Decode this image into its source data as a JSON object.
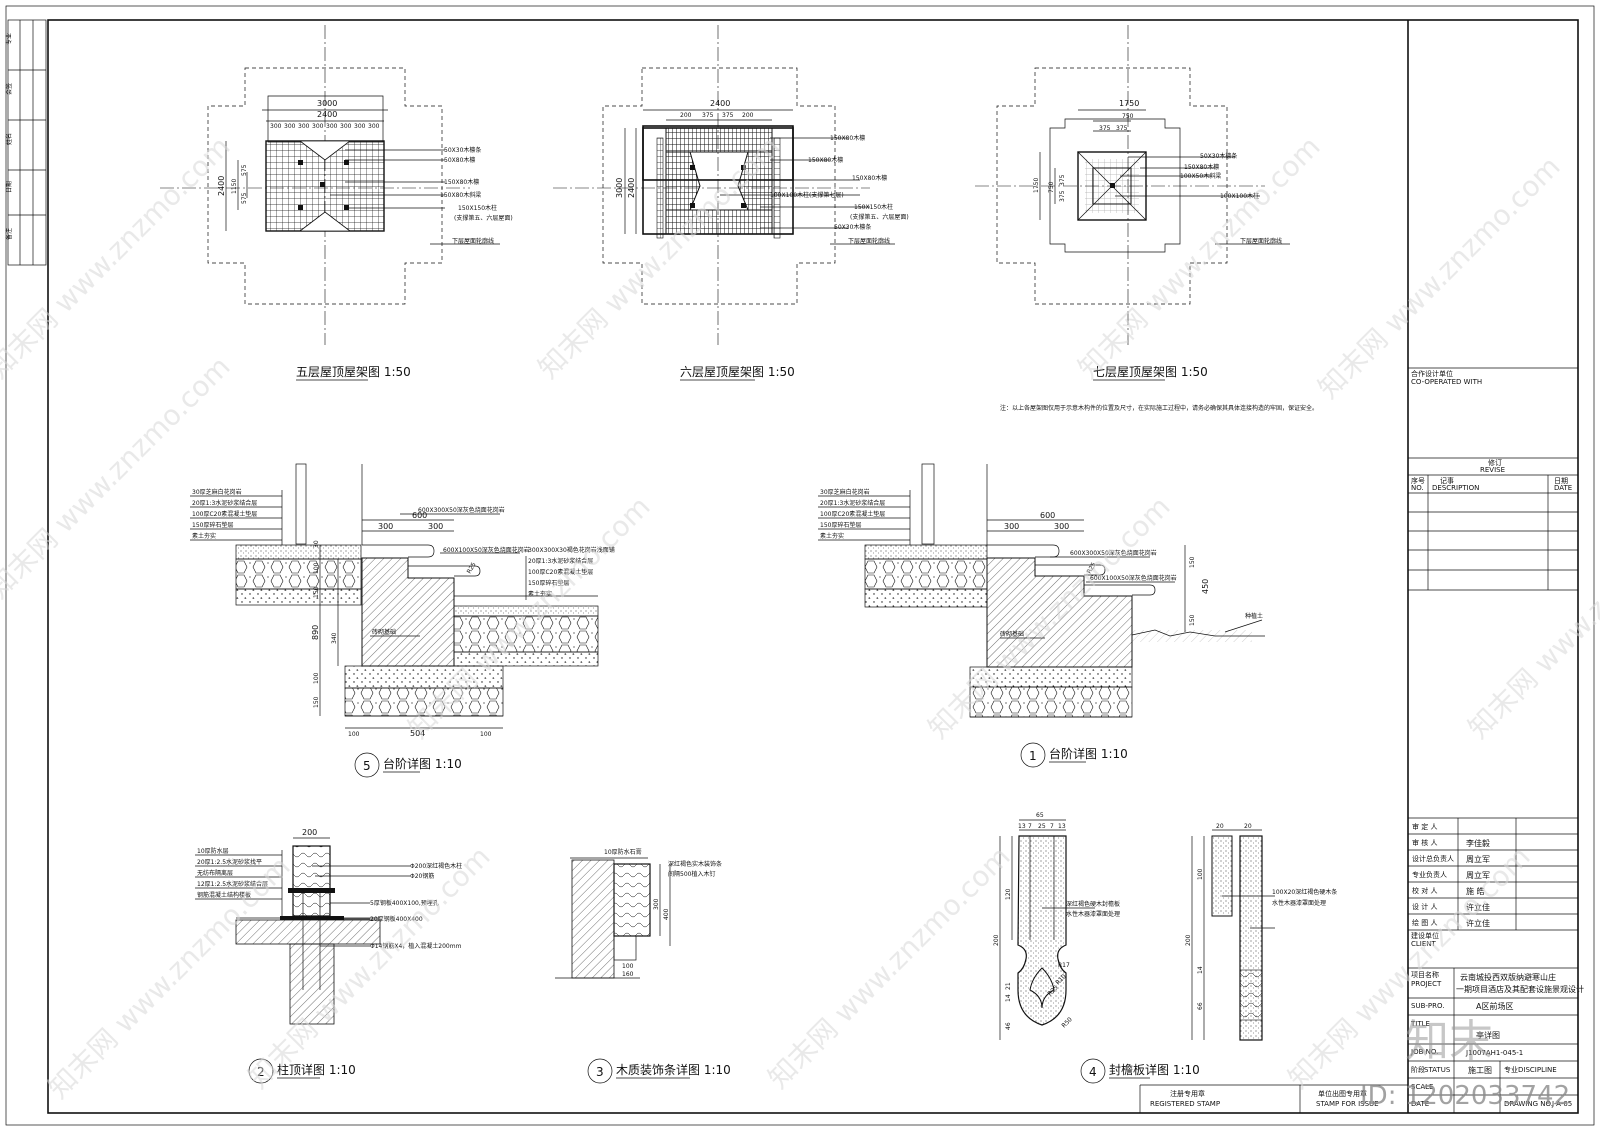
{
  "titles": {
    "roof5": "五层屋顶屋架图 1:50",
    "roof6": "六层屋顶屋架图 1:50",
    "roof7": "七层屋顶屋架图 1:50",
    "d5": "台阶详图 1:10",
    "d1": "台阶详图 1:10",
    "d2": "柱顶详图 1:10",
    "d3": "木质装饰条详图 1:10",
    "d4": "封檐板详图 1:10"
  },
  "nums": {
    "n5": "5",
    "n1": "1",
    "n2": "2",
    "n3": "3",
    "n4": "4"
  },
  "note": "注：以上各屋架图仅用于示意木构件的位置及尺寸，在实际施工过程中，请务必确保其具体连接构造的牢固，保证安全。",
  "roof5": {
    "dims": [
      "3000",
      "2400",
      "300",
      "300",
      "300",
      "300",
      "300",
      "300",
      "300",
      "300",
      "2400",
      "1150",
      "575",
      "575"
    ],
    "labels": [
      "50X30木檩条",
      "50X80木檩",
      "150X80木檩",
      "150X80木斜梁",
      "150X150木柱",
      "(支撑第五、六层屋面)",
      "下层屋面轮廓线"
    ]
  },
  "roof6": {
    "dims": [
      "2400",
      "200",
      "375",
      "375",
      "200",
      "3000",
      "2400"
    ],
    "labels": [
      "150X80木檩",
      "150X80木檩",
      "150X80木檩",
      "100X100木柱(支撑第七层)",
      "150X150木柱",
      "(支撑第五、六层屋面)",
      "50X30木檩条",
      "下层屋面轮廓线"
    ]
  },
  "roof7": {
    "dims": [
      "1750",
      "750",
      "375",
      "375",
      "1750",
      "750",
      "375",
      "375"
    ],
    "labels": [
      "50X30木檩条",
      "150X80木檩",
      "100X50木斜梁",
      "100X100木柱",
      "下层屋面轮廓线"
    ]
  },
  "d5": {
    "layers": [
      "30厚芝麻白花岗岩",
      "20厚1:3水泥砂浆结合层",
      "100厚C20素混凝土垫层",
      "150厚碎石垫层",
      "素土夯实"
    ],
    "labels": [
      "600X300X50深灰色烧面花岗岩",
      "600X100X50深灰色烧面花岗岩",
      "300X300X30褐色花岗岩浅面铺",
      "20厚1:3水泥砂浆结合层",
      "100厚C20素混凝土垫层",
      "150厚碎石垫层",
      "素土夯实",
      "砖砌基础"
    ],
    "dims": [
      "600",
      "300",
      "300",
      "30",
      "100",
      "150",
      "890",
      "340",
      "100",
      "150",
      "100",
      "504",
      "100",
      "R25"
    ]
  },
  "d1": {
    "layers": [
      "30厚芝麻白花岗岩",
      "20厚1:3水泥砂浆结合层",
      "100厚C20素混凝土垫层",
      "150厚碎石垫层",
      "素土夯实"
    ],
    "labels": [
      "600X300X50深灰色烧面花岗岩",
      "600X100X50深灰色烧面花岗岩",
      "种植土",
      "砖砌基础"
    ],
    "dims": [
      "600",
      "300",
      "300",
      "150",
      "450",
      "150",
      "R25"
    ]
  },
  "d2": {
    "labels": [
      "10厚防水层",
      "20厚1:2.5水泥砂浆找平",
      "无纺布隔离层",
      "12厚1:2.5水泥砂浆结合层",
      "钢筋混凝土结构楼板",
      "Φ200深红褐色木柱",
      "Φ20钢筋",
      "5厚钢板400X100,预埋孔",
      "20厚钢板400X400",
      "Φ14钢筋X4，植入混凝土200mm"
    ],
    "dims": [
      "200"
    ]
  },
  "d3": {
    "labels": [
      "10厚防水石膏",
      "深红褐色实木装饰条",
      "间隔500植入木钉"
    ],
    "dims": [
      "300",
      "400",
      "100",
      "160"
    ]
  },
  "d4": {
    "labels": [
      "深红褐色硬木封檐板",
      "水性木器漆罩面处理",
      "100X20深红褐色硬木条",
      "水性木器漆罩面处理"
    ],
    "dims": [
      "65",
      "13",
      "7",
      "25",
      "7",
      "13",
      "120",
      "200",
      "21",
      "14",
      "46",
      "R17",
      "R10",
      "R25",
      "R50",
      "20",
      "20",
      "100",
      "200",
      "14",
      "66"
    ]
  },
  "titleblock": {
    "coop_cn": "合作设计单位",
    "coop_en": "CO-OPERATED WITH",
    "revise_cn": "修订",
    "revise_en": "REVISE",
    "rev_no_cn": "序号",
    "rev_no_en": "NO.",
    "rev_desc_cn": "记事",
    "rev_desc_en": "DESCRIPTION",
    "rev_date_cn": "日期",
    "rev_date_en": "DATE",
    "roles": [
      "审 定 人",
      "审 核 人",
      "设计总负责人",
      "专业负责人",
      "校 对 人",
      "设 计 人",
      "绘 图 人"
    ],
    "people": [
      "",
      "李佳毅",
      "周立军",
      "周立军",
      "施 皓",
      "许立佳",
      "许立佳"
    ],
    "client_cn": "建设单位",
    "client_en": "CLIENT",
    "project_cn": "项目名称",
    "project_en": "PROJECT",
    "project_name_1": "云南城投西双版纳避寒山庄",
    "project_name_2": "一期项目酒店及其配套设施景观设计",
    "subpro_en": "SUB-PRO.",
    "subpro_value": "A区前场区",
    "drawing_title_en": "TITLE",
    "drawing_title_value": "亭详图",
    "job_no_en": "JOB NO.",
    "job_no_value": "J1007AH1-045-1",
    "status_cn": "阶段",
    "status_en": "STATUS",
    "status_value": "施工图",
    "discipline_cn": "专业",
    "discipline_en": "DISCIPLINE",
    "scale_en": "SCALE",
    "date_en": "DATE",
    "drawing_no_en": "DRAWING NO.",
    "drawing_no_value": "J-A-05",
    "registered_cn": "注册专用章",
    "registered_en": "REGISTERED STAMP",
    "issue_cn": "单位出图专用章",
    "issue_en": "STAMP FOR ISSUE"
  },
  "leftstrip": [
    "专业",
    "会签",
    "姓名",
    "日期",
    "备注"
  ],
  "watermarks": [
    "知末网 www.znzmo.com",
    "知末网 www.znzmo.com",
    "知末网 www.znzmo.com",
    "知末网 www.znzmo.com",
    "知末网 www.znzmo.com",
    "知末网 www.znzmo.com",
    "知末网 www.znzmo.com",
    "知末网 www.znzmo.com",
    "知末网 www.znzmo.com",
    "知末网 www.znzmo.com",
    "知末网 www.znzmo.com",
    "知末网 www.znzmo.com"
  ],
  "logo": "知末",
  "id_text": "ID: 1202033742"
}
